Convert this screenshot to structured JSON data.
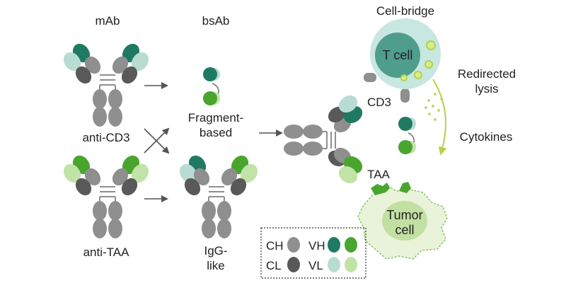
{
  "labels": {
    "mab": "mAb",
    "bsab": "bsAb",
    "cell_bridge": "Cell-bridge",
    "anti_cd3": "anti-CD3",
    "anti_taa": "anti-TAA",
    "fragment_line1": "Fragment-",
    "fragment_line2": "based",
    "igg_line1": "IgG-",
    "igg_line2": "like",
    "t_cell": "T cell",
    "cd3": "CD3",
    "redirected_line1": "Redirected",
    "redirected_line2": "lysis",
    "cytokines": "Cytokines",
    "taa": "TAA",
    "tumor_line1": "Tumor",
    "tumor_line2": "cell"
  },
  "legend": {
    "ch": "CH",
    "cl": "CL",
    "vh": "VH",
    "vl": "VL"
  },
  "colors": {
    "ch": "#8f8f8f",
    "cl": "#595959",
    "vh_cd3": "#1f7a63",
    "vh_taa": "#4aa52e",
    "vl_cd3": "#b9dcd2",
    "vl_taa": "#c2e3a8",
    "t_cell_outer": "#c7e7e0",
    "t_cell_inner": "#4e9e8b",
    "tumor_fill": "#e8f3da",
    "tumor_nucleus": "#c3e0a3",
    "arrow": "#555555",
    "lysis_arrow": "#b3d24d"
  }
}
